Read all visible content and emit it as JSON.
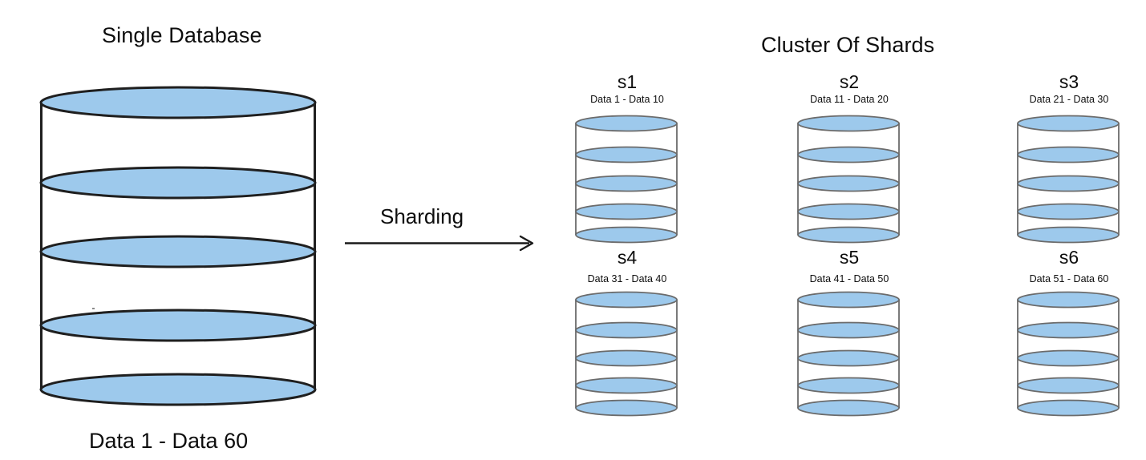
{
  "diagram": {
    "title_left": "Single Database",
    "title_right": "Cluster Of Shards",
    "arrow_label": "Sharding",
    "single_db": {
      "caption": "Data 1 - Data 60",
      "disk_count": 5
    },
    "shards": [
      {
        "name": "s1",
        "range": "Data 1 - Data 10",
        "disk_count": 5
      },
      {
        "name": "s2",
        "range": "Data 11 - Data 20",
        "disk_count": 5
      },
      {
        "name": "s3",
        "range": "Data 21 - Data 30",
        "disk_count": 5
      },
      {
        "name": "s4",
        "range": "Data 31 - Data 40",
        "disk_count": 5
      },
      {
        "name": "s5",
        "range": "Data 41 - Data 50",
        "disk_count": 5
      },
      {
        "name": "s6",
        "range": "Data 51 - Data 60",
        "disk_count": 5
      }
    ],
    "colors": {
      "disk_fill": "#9DC9EC",
      "stroke_main": "#1f1f1f",
      "stroke_shard": "#6b6b6b",
      "text": "#0d0d0d",
      "background": "#ffffff"
    }
  }
}
